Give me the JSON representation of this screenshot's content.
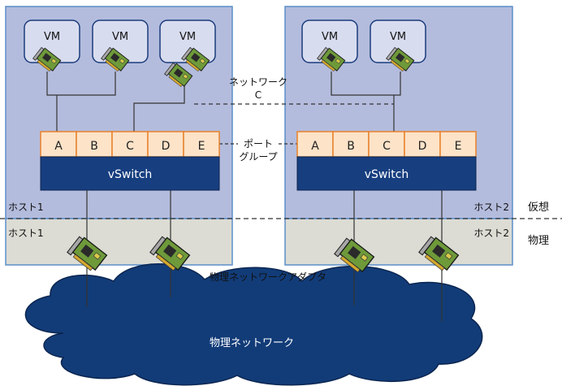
{
  "diagram": {
    "hosts": [
      {
        "id": "host1",
        "virtual_label": "ホスト1",
        "physical_label": "ホスト1",
        "vms": [
          "VM",
          "VM",
          "VM"
        ],
        "port_groups": [
          "A",
          "B",
          "C",
          "D",
          "E"
        ],
        "vswitch_label": "vSwitch"
      },
      {
        "id": "host2",
        "virtual_label": "ホスト2",
        "physical_label": "ホスト2",
        "vms": [
          "VM",
          "VM"
        ],
        "port_groups": [
          "A",
          "B",
          "C",
          "D",
          "E"
        ],
        "vswitch_label": "vSwitch"
      }
    ],
    "annotations": {
      "network_c_line1": "ネットワーク",
      "network_c_line2": "C",
      "port_group_line1": "ポート",
      "port_group_line2": "グループ",
      "virtual": "仮想",
      "physical": "物理",
      "physical_adapter": "物理ネットワークアダプタ",
      "physical_network": "物理ネットワーク"
    },
    "colors": {
      "host_virtual_fill": "#b4bcdd",
      "host_border": "#5b8fc9",
      "physical_fill": "#dcdcd4",
      "vm_fill": "#d8dcef",
      "vm_border": "#1a3c7c",
      "port_fill": "#fde3c8",
      "port_border": "#e8822a",
      "vswitch_fill": "#173f80",
      "network_fill": "#123c78"
    }
  }
}
